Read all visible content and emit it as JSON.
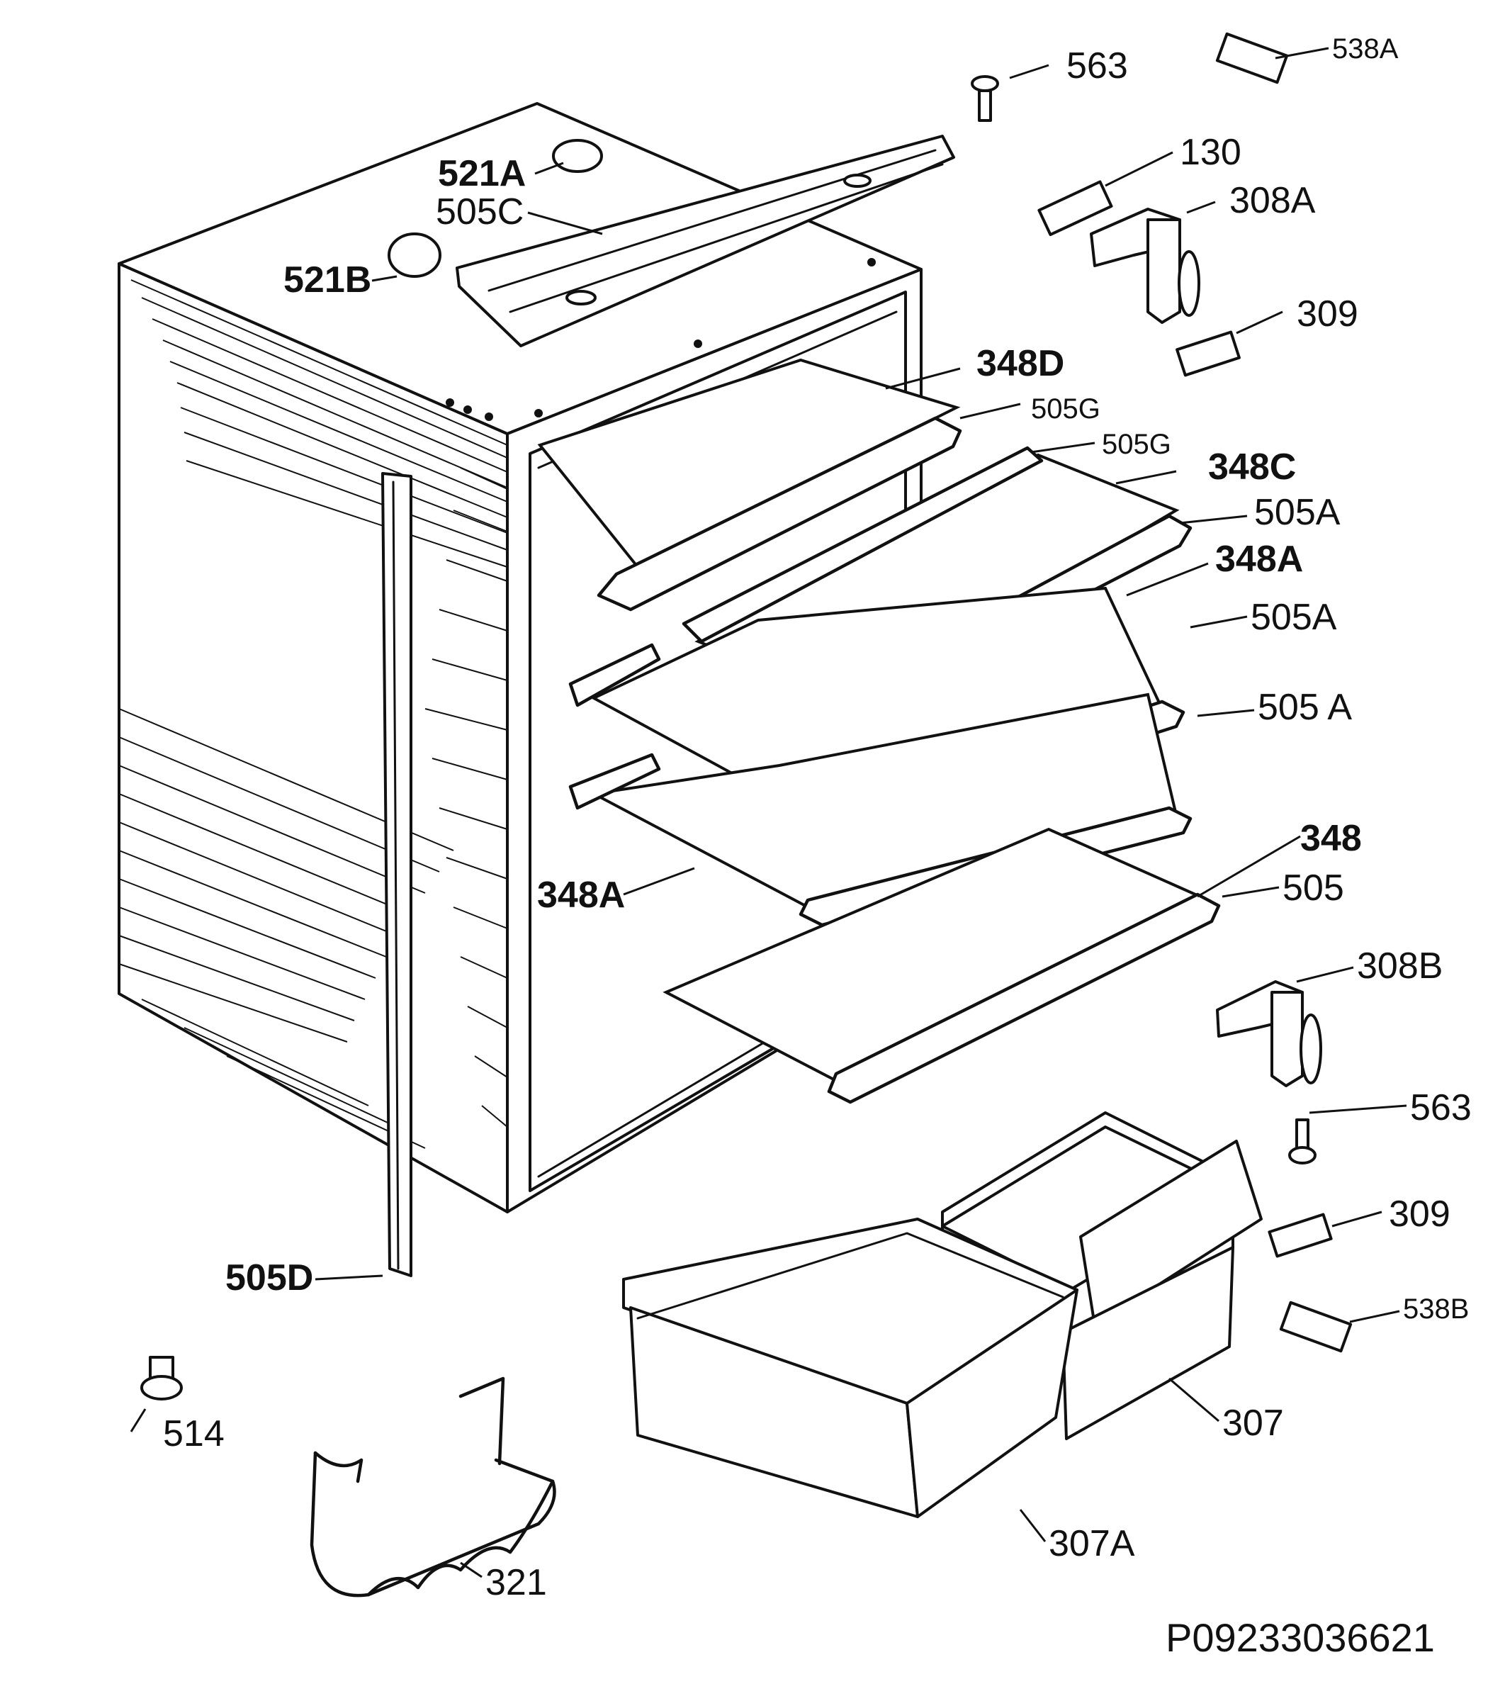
{
  "drawing_code": "P09233036621",
  "labels": {
    "l563_top": "563",
    "l538A": "538A",
    "l130": "130",
    "l308A": "308A",
    "l309_top": "309",
    "l521A": "521A",
    "l505C": "505C",
    "l521B": "521B",
    "l348D": "348D",
    "l505G_1": "505G",
    "l505G_2": "505G",
    "l348C": "348C",
    "l505A_1": "505A",
    "l348A_1": "348A",
    "l505A_2": "505A",
    "l505A_3": "505 A",
    "l348": "348",
    "l505": "505",
    "l348A_2": "348A",
    "l308B": "308B",
    "l563_bottom": "563",
    "l309_bottom": "309",
    "l538B": "538B",
    "l307": "307",
    "l307A": "307A",
    "l505D": "505D",
    "l514": "514",
    "l321": "321"
  }
}
